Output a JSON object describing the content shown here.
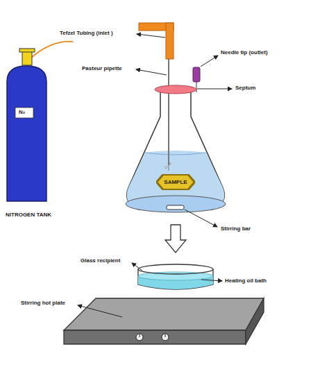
{
  "diagram": {
    "nodes": [
      {
        "text": [
          "SAMPLE"
        ]
      }
    ],
    "labels": [
      "Tefzel Tubing (inlet )",
      "Needle tip (outlet)",
      "Pasteur pipette",
      "Septum",
      "N₂",
      "NITROGEN TANK",
      "Stirring bar",
      "Glass recipient",
      "Heating oil bath",
      "Stirring hot plate"
    ]
  }
}
